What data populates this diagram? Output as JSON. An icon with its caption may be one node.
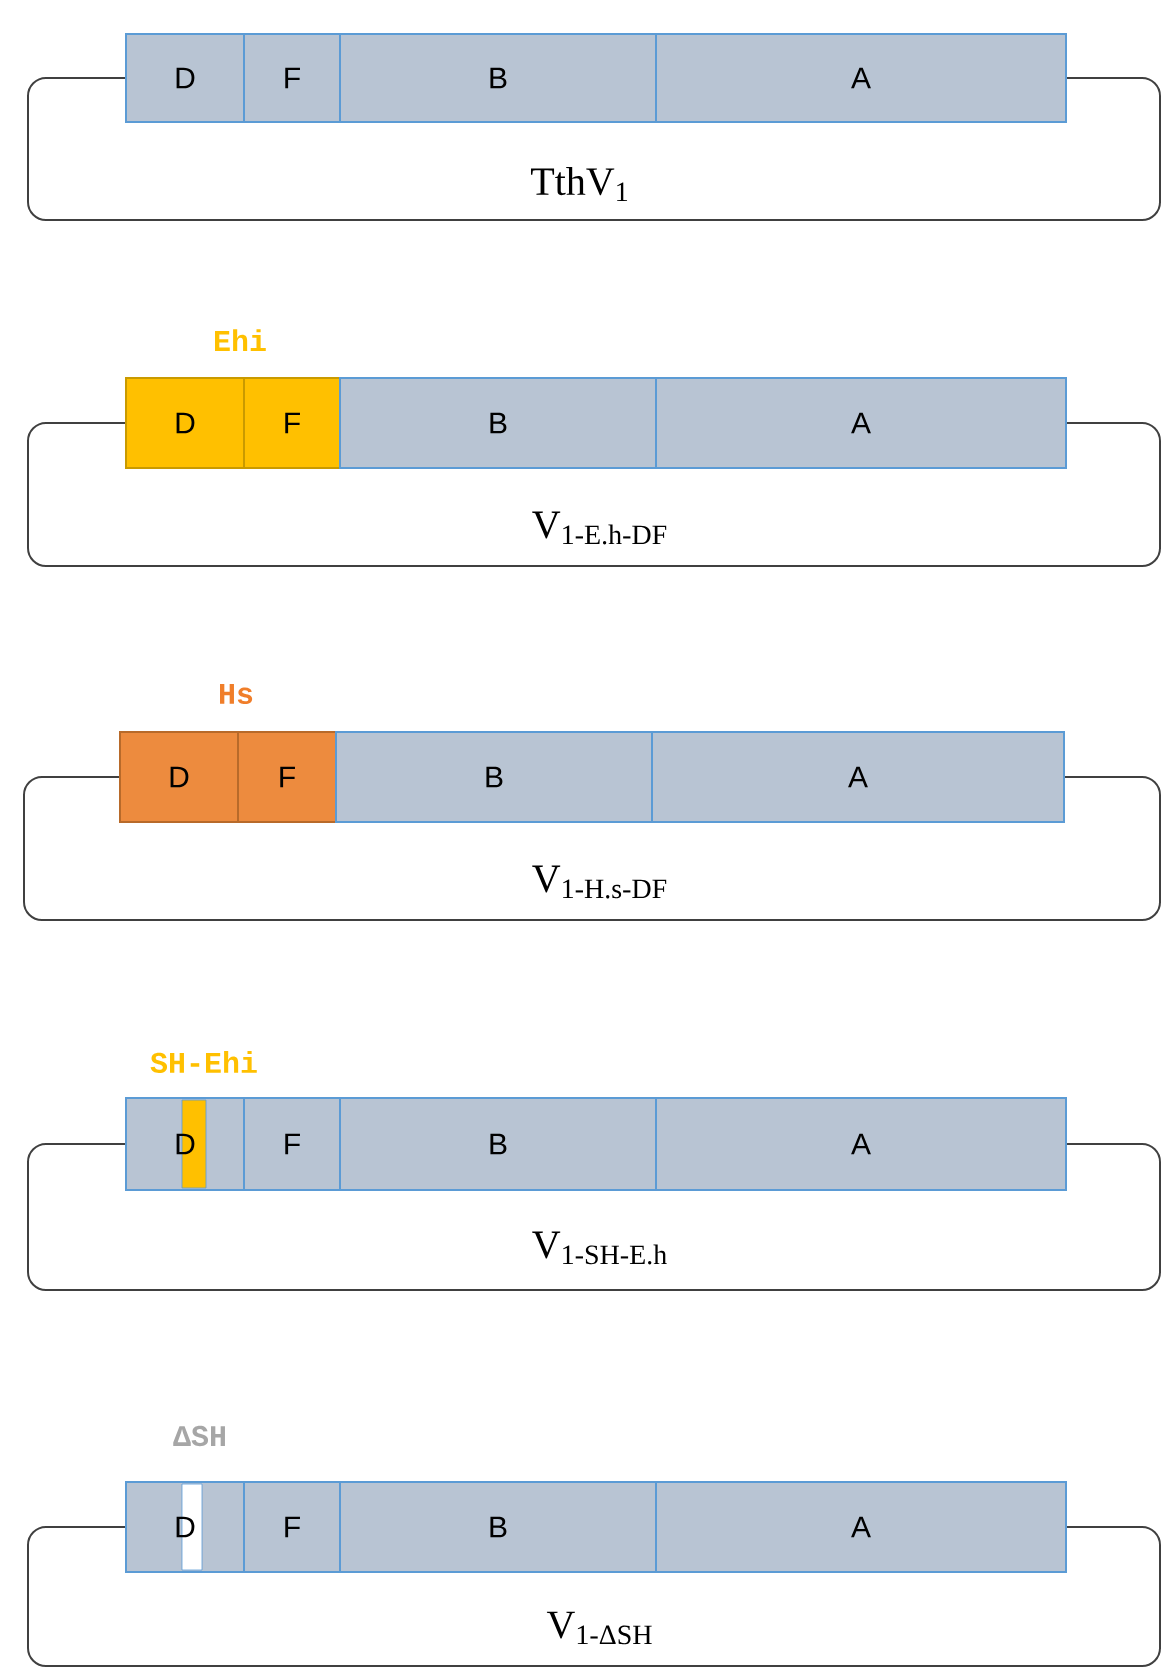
{
  "diagram": {
    "nodes": [
      {
        "text": [
          "D"
        ]
      },
      {
        "text": [
          "F"
        ]
      },
      {
        "text": [
          "B"
        ]
      },
      {
        "text": [
          "A"
        ]
      },
      {
        "text": [
          "D"
        ]
      },
      {
        "text": [
          "F"
        ]
      },
      {
        "text": [
          "B"
        ]
      },
      {
        "text": [
          "A"
        ]
      },
      {
        "text": [
          "D"
        ]
      },
      {
        "text": [
          "F"
        ]
      },
      {
        "text": [
          "B"
        ]
      },
      {
        "text": [
          "A"
        ]
      },
      {
        "text": [
          "D"
        ]
      },
      {
        "text": [
          "F"
        ]
      },
      {
        "text": [
          "B"
        ]
      },
      {
        "text": [
          "A"
        ]
      },
      {
        "text": [
          "D"
        ]
      },
      {
        "text": [
          "F"
        ]
      },
      {
        "text": [
          "B"
        ]
      },
      {
        "text": [
          "A"
        ]
      }
    ],
    "edges": [
      {
        "from": 0,
        "to": 3,
        "arrow": "none"
      },
      {
        "from": 4,
        "to": 7,
        "arrow": "none"
      },
      {
        "from": 8,
        "to": 11,
        "arrow": "none"
      },
      {
        "from": 12,
        "to": 15,
        "arrow": "none"
      },
      {
        "from": 16,
        "to": 19,
        "arrow": "none"
      }
    ],
    "labels": [
      "TthV$_{1}$",
      "Ehi",
      "V$_{1-E.h-DF}$",
      "Hs",
      "V$_{1-H.s-DF}$",
      "SH-Ehi",
      "V$_{1-SH-E.h}$",
      "ΔSH",
      "V$_{1-ΔSH}$"
    ]
  }
}
